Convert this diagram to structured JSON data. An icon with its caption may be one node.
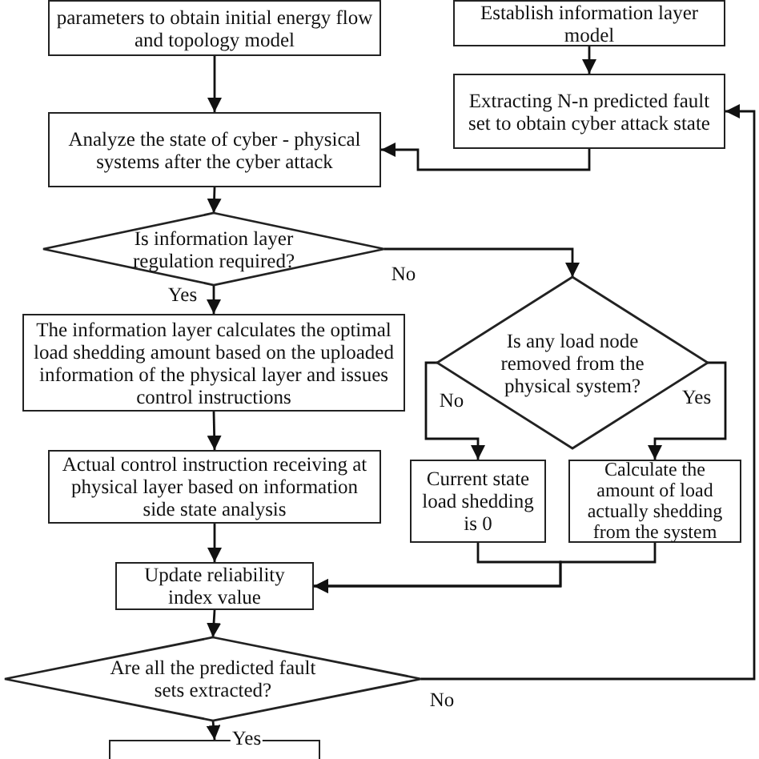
{
  "diagram": {
    "nodes": [
      {
        "text": [
          "parameters to obtain initial energy flow and topology model"
        ]
      },
      {
        "text": [
          "Establish information layer model"
        ]
      },
      {
        "text": [
          "Extracting N-n predicted fault set to obtain cyber attack state"
        ]
      },
      {
        "text": [
          "Analyze the state of cyber - physical systems after the cyber attack"
        ]
      },
      {
        "text": [
          "Is information layer regulation required?"
        ]
      },
      {
        "text": [
          "The information layer calculates the optimal load shedding amount based on the uploaded information of the physical layer and issues control instructions"
        ]
      },
      {
        "text": [
          "Is any load node removed from the physical system?"
        ]
      },
      {
        "text": [
          "Actual control instruction receiving at physical layer based on information side state analysis"
        ]
      },
      {
        "text": [
          "Current state load shedding is 0"
        ]
      },
      {
        "text": [
          "Calculate the amount of load actually shedding from the system"
        ]
      },
      {
        "text": [
          "Update reliability index value"
        ]
      },
      {
        "text": [
          "Are all the predicted fault sets extracted?"
        ]
      },
      {
        "text": [],
        "shape": "box"
      }
    ],
    "edges": [
      {
        "from": 0,
        "to": 3,
        "arrow": "to"
      },
      {
        "from": 1,
        "to": 2,
        "arrow": "to"
      },
      {
        "from": 2,
        "to": 3,
        "arrow": "to"
      },
      {
        "from": 3,
        "to": 4,
        "arrow": "to"
      },
      {
        "from": 4,
        "to": 5,
        "arrow": "to",
        "label": "Yes"
      },
      {
        "from": 4,
        "to": 6,
        "arrow": "to",
        "label": "No"
      },
      {
        "from": 6,
        "to": 8,
        "arrow": "to",
        "label": "No"
      },
      {
        "from": 6,
        "to": 9,
        "arrow": "to",
        "label": "Yes"
      },
      {
        "from": 5,
        "to": 7,
        "arrow": "to"
      },
      {
        "from": 7,
        "to": 10,
        "arrow": "to"
      },
      {
        "from": 8,
        "to": 10,
        "arrow": "to"
      },
      {
        "from": 9,
        "to": 10,
        "arrow": "to"
      },
      {
        "from": 10,
        "to": 11,
        "arrow": "to"
      },
      {
        "from": 11,
        "to": 2,
        "arrow": "to",
        "label": "No"
      },
      {
        "from": 11,
        "to": 12,
        "arrow": "to",
        "label": "Yes"
      }
    ]
  }
}
